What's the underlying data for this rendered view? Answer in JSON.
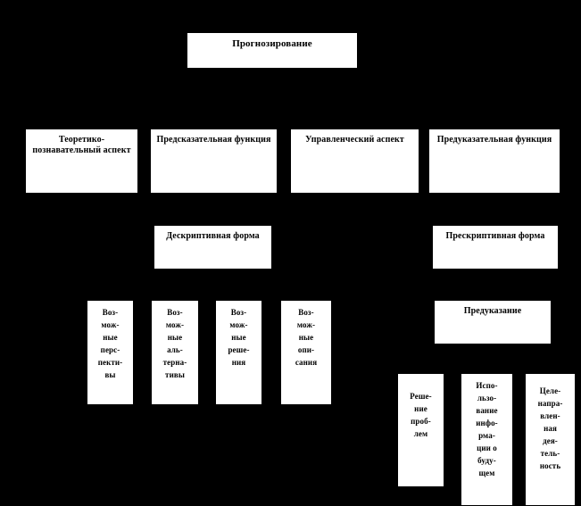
{
  "diagram": {
    "title": "Прогнозирование",
    "background_color": "#000000",
    "node_fill_color": "#ffffff",
    "node_text_color": "#000000",
    "levels": {
      "level1": {
        "title_node": "Прогнозирование"
      },
      "level2": {
        "aspect_theoretical": "Теоретико-познавательный аспект",
        "function_predictive": "Предсказательная функция",
        "aspect_managerial": "Управленческий аспект",
        "function_prescriptive": "Предуказательная функция"
      },
      "level3": {
        "form_descriptive": "Дескриптивная форма",
        "form_prescriptive": "Прескриптивная форма"
      },
      "level4": {
        "possible_perspectives": "Воз-\nмож-\nные\nперс-\nпекти-\nвы",
        "possible_alternatives": "Воз-\nмож-\nные\nаль-\nтерна-\nтивы",
        "possible_decisions": "Воз-\nмож-\nные\nреше-\nния",
        "possible_descriptions": "Воз-\nмож-\nные\nопи-\nсания",
        "prescription": "Предуказание"
      },
      "level5": {
        "problem_solving": "Реше-\nние\nпроб-\nлем",
        "use_of_future_information": "Испо-\nльзо-\nвание\nинфо-\nрма-\nции о\nбуду-\nщем",
        "purposeful_activity": "Целе-\nнапра-\nвлен-\nная\nдея-\nтель-\nность"
      }
    },
    "plain_labels": {
      "possible_perspectives": "Возможные перспективы",
      "possible_alternatives": "Возможные альтернативы",
      "possible_decisions": "Возможные решения",
      "possible_descriptions": "Возможные описания",
      "problem_solving": "Решение проблем",
      "use_of_future_information": "Использование информации о будущем",
      "purposeful_activity": "Целенаправленная деятельность"
    }
  }
}
